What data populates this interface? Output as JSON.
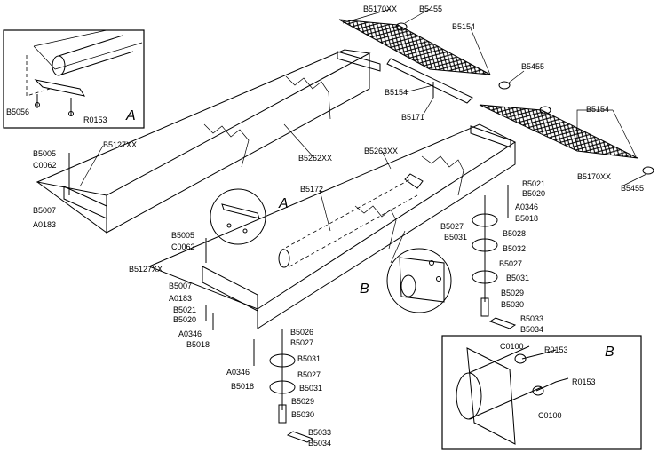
{
  "callouts": {
    "detail_a": "A",
    "detail_b": "B",
    "marker_a": "A",
    "marker_b": "B"
  },
  "parts": {
    "p_b5056": "B5056",
    "p_r0153_a": "R0153",
    "p_b5005_l": "B5005",
    "p_c0062_l": "C0062",
    "p_b5127_l": "B5127XX",
    "p_b5007_l": "B5007",
    "p_a0183_l": "A0183",
    "p_b5262": "B5262XX",
    "p_b5170_t": "B5170XX",
    "p_b5455_t1": "B5455",
    "p_b5154_t1": "B5154",
    "p_b5455_t2": "B5455",
    "p_b5154_m": "B5154",
    "p_b5171": "B5171",
    "p_b5154_r": "B5154",
    "p_b5170_r": "B5170XX",
    "p_b5455_r": "B5455",
    "p_b5263": "B5263XX",
    "p_b5172": "B5172",
    "p_b5021_r": "B5021",
    "p_b5020_r": "B5020",
    "p_a0346_r": "A0346",
    "p_b5018_r": "B5018",
    "p_b5027_r1": "B5027",
    "p_b5031_r1": "B5031",
    "p_b5028_r": "B5028",
    "p_b5032_r": "B5032",
    "p_b5027_r2": "B5027",
    "p_b5031_r2": "B5031",
    "p_b5029_r": "B5029",
    "p_b5030_r": "B5030",
    "p_b5033_r": "B5033",
    "p_b5034_r": "B5034",
    "p_b5005_c": "B5005",
    "p_c0062_c": "C0062",
    "p_b5127_c": "B5127XX",
    "p_b5007_c": "B5007",
    "p_a0183_c": "A0183",
    "p_b5021_c": "B5021",
    "p_b5020_c": "B5020",
    "p_a0346_c": "A0346",
    "p_b5018_c": "B5018",
    "p_b5026_b": "B5026",
    "p_b5027_b1": "B5027",
    "p_a0346_b": "A0346",
    "p_b5018_b": "B5018",
    "p_b5031_b1": "B5031",
    "p_b5027_b2": "B5027",
    "p_b5031_b2": "B5031",
    "p_b5029_b": "B5029",
    "p_b5030_b": "B5030",
    "p_b5033_b": "B5033",
    "p_b5034_b": "B5034",
    "p_c0100_t": "C0100",
    "p_r0153_b1": "R0153",
    "p_r0153_b2": "R0153",
    "p_c0100_b": "C0100"
  }
}
